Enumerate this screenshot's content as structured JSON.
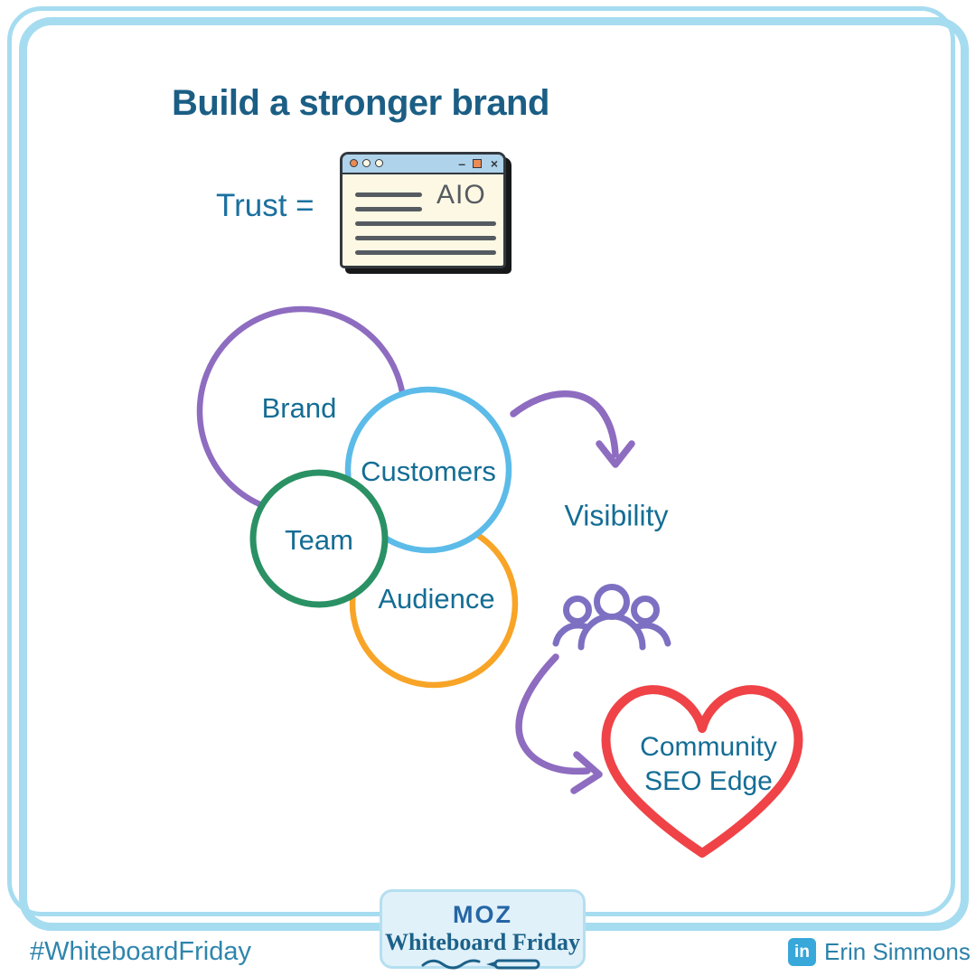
{
  "title": "Build a stronger brand",
  "equation": {
    "label": "Trust ="
  },
  "browser_window": {
    "doc_label": "AIO",
    "minimize_glyph": "–",
    "close_glyph": "×"
  },
  "venn": {
    "brand": "Brand",
    "customers": "Customers",
    "team": "Team",
    "audience": "Audience"
  },
  "outcomes": {
    "visibility": "Visibility",
    "heart_line1": "Community",
    "heart_line2": "SEO Edge"
  },
  "footer": {
    "hashtag": "#WhiteboardFriday",
    "badge_brand": "MOZ",
    "badge_series": "Whiteboard Friday",
    "linkedin_glyph": "in",
    "credit_name": "Erin Simmons"
  },
  "colors": {
    "frame_blue": "#a6dcf0",
    "title_teal": "#1b5e85",
    "label_teal": "#146d95",
    "purple": "#8e6cc0",
    "people_purple": "#7d70c2",
    "circle_blue": "#5cbbe8",
    "circle_green": "#2a9164",
    "circle_orange": "#f8a427",
    "heart_red": "#ef4347",
    "footer_teal": "#2e85ad",
    "linkedin_blue": "#38a7da",
    "window_bar_blue": "#aed3ea",
    "window_body_cream": "#fdf8e4"
  }
}
